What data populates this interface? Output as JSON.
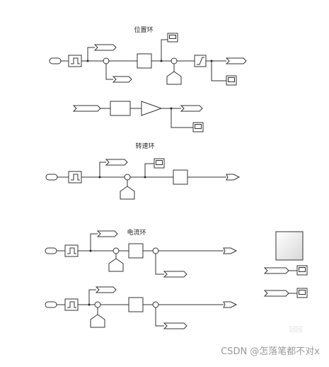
{
  "titles": {
    "position_loop": "位置环",
    "speed_loop": "转速环",
    "current_loop": "电流环"
  },
  "watermark": {
    "text": "CSDN @怎落笔都不对x",
    "faint_stamp": "回回"
  },
  "colors": {
    "stroke": "#333333",
    "watermark": "#9a9a9a"
  }
}
